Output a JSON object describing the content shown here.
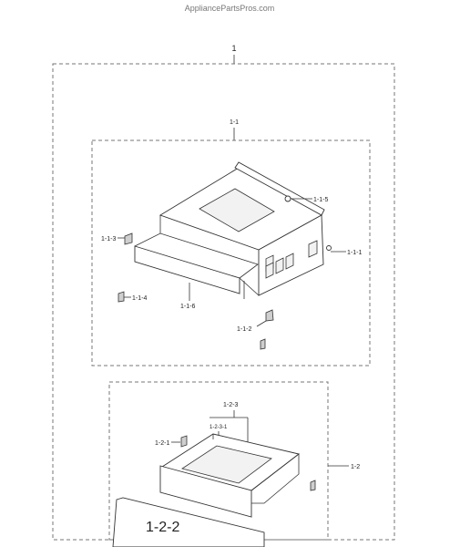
{
  "header": {
    "watermark": "AppliancePartsPros.com"
  },
  "labels": {
    "assembly": "1",
    "upper_group": "1-1",
    "upper_1_1_5": "1-1-5",
    "upper_1_1_3": "1-1-3",
    "upper_1_1_1": "1-1-1",
    "upper_1_1_4": "1-1-4",
    "upper_1_1_6": "1-1-6",
    "upper_1_1_2": "1-1-2",
    "lower_1_2_3": "1-2-3",
    "lower_1_2_3_1": "1-2-3-1",
    "lower_1_2_1": "1-2-1",
    "lower_1_2": "1-2",
    "lower_1_2_2": "1-2-2"
  }
}
